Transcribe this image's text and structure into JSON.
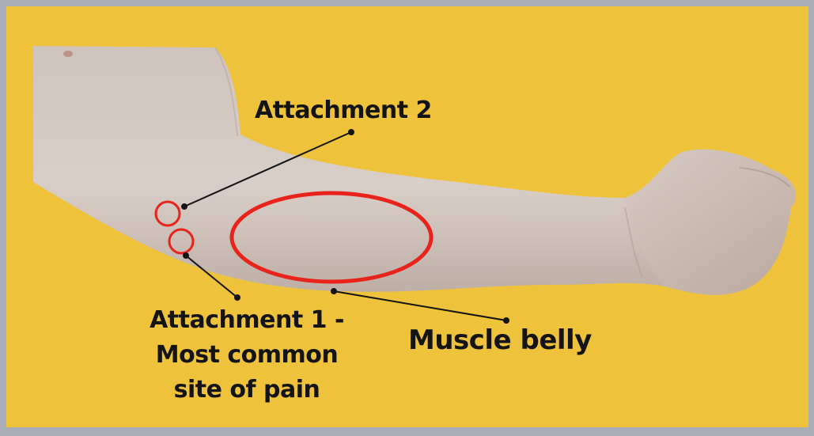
{
  "colors": {
    "frame": "#A9AFB8",
    "background": "#EFC23B",
    "skin": "#D8CDC6",
    "skin_shadow": "#B8A79D",
    "circle": "#E8231B",
    "text": "#141414"
  },
  "labels": {
    "attachment_2": "Attachment 2",
    "attachment_1_line1": "Attachment 1 -",
    "attachment_1_line2": "Most common",
    "attachment_1_line3": "site of pain",
    "muscle_belly": "Muscle belly"
  }
}
